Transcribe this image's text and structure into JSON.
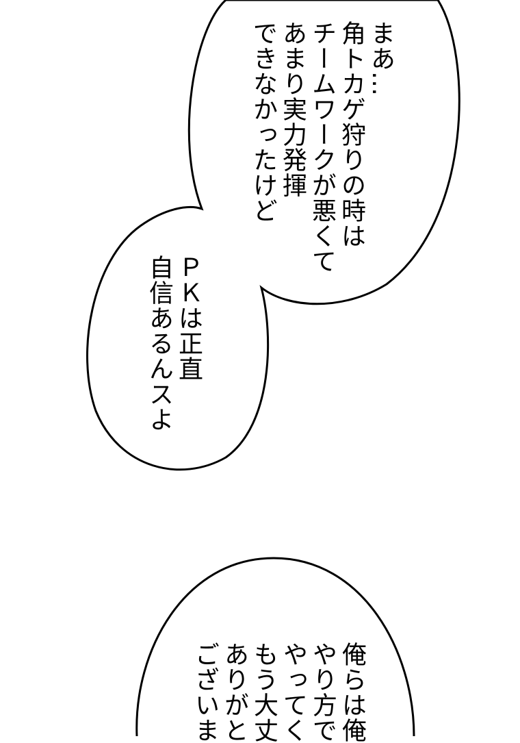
{
  "bubbles": [
    {
      "lines": [
        "まあ…",
        "角トカゲ狩りの時は",
        "チームワークが悪くて",
        "あまり実力発揮",
        "できなかったけど"
      ]
    },
    {
      "lines": [
        "ＰＫは正直",
        "自信あるんスよ"
      ]
    },
    {
      "lines": [
        "俺らは俺",
        "やり方で",
        "やってく",
        "もう大丈",
        "ありがと",
        "ございま"
      ]
    }
  ],
  "colors": {
    "outline": "#000000",
    "fill": "#ffffff"
  }
}
